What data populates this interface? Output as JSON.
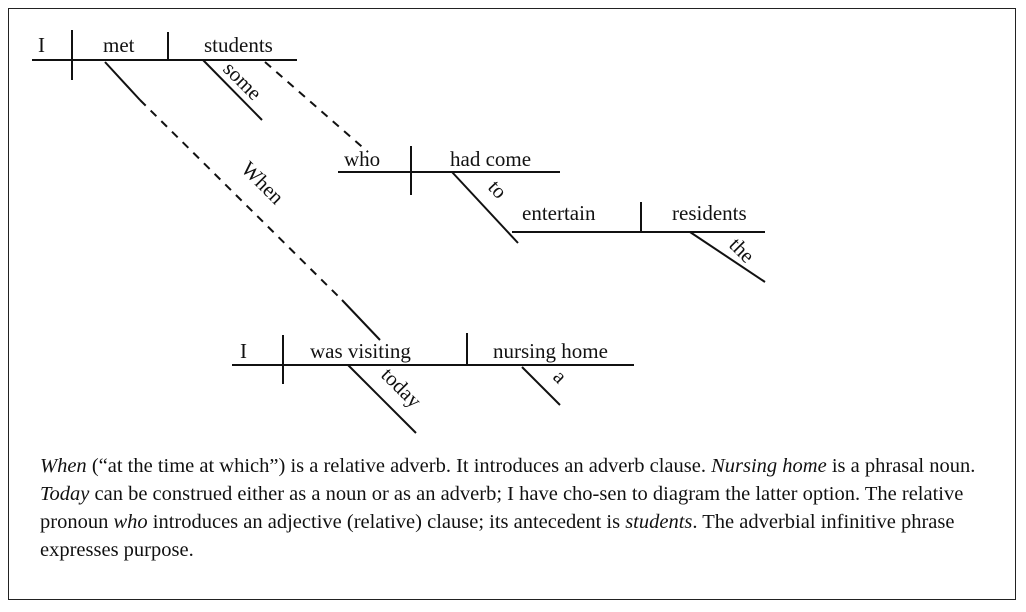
{
  "diagram": {
    "main_clause": {
      "subject": "I",
      "verb": "met",
      "object": "students",
      "object_modifier": "some"
    },
    "relative_clause": {
      "subject": "who",
      "verb": "had come",
      "infinitive_marker": "to",
      "infinitive": "entertain",
      "infinitive_object": "residents",
      "infinitive_object_modifier": "the"
    },
    "adverb_clause": {
      "connector": "When",
      "subject": "I",
      "verb": "was visiting",
      "object": "nursing home",
      "object_modifier": "a",
      "adverb": "today"
    }
  },
  "caption": {
    "parts": [
      {
        "text": "When",
        "italic": true
      },
      {
        "text": " (“at the time at which”) is a relative adverb. It introduces an adverb clause. ",
        "italic": false
      },
      {
        "text": "Nursing home",
        "italic": true
      },
      {
        "text": " is a phrasal noun. ",
        "italic": false
      },
      {
        "text": "Today",
        "italic": true
      },
      {
        "text": " can be construed either as a noun or as an adverb; I have cho-sen to diagram the latter option. The relative pronoun ",
        "italic": false
      },
      {
        "text": "who",
        "italic": true
      },
      {
        "text": " introduces an adjective (relative) clause; its antecedent is ",
        "italic": false
      },
      {
        "text": "students",
        "italic": true
      },
      {
        "text": ". The adverbial infinitive phrase expresses purpose.",
        "italic": false
      }
    ]
  }
}
